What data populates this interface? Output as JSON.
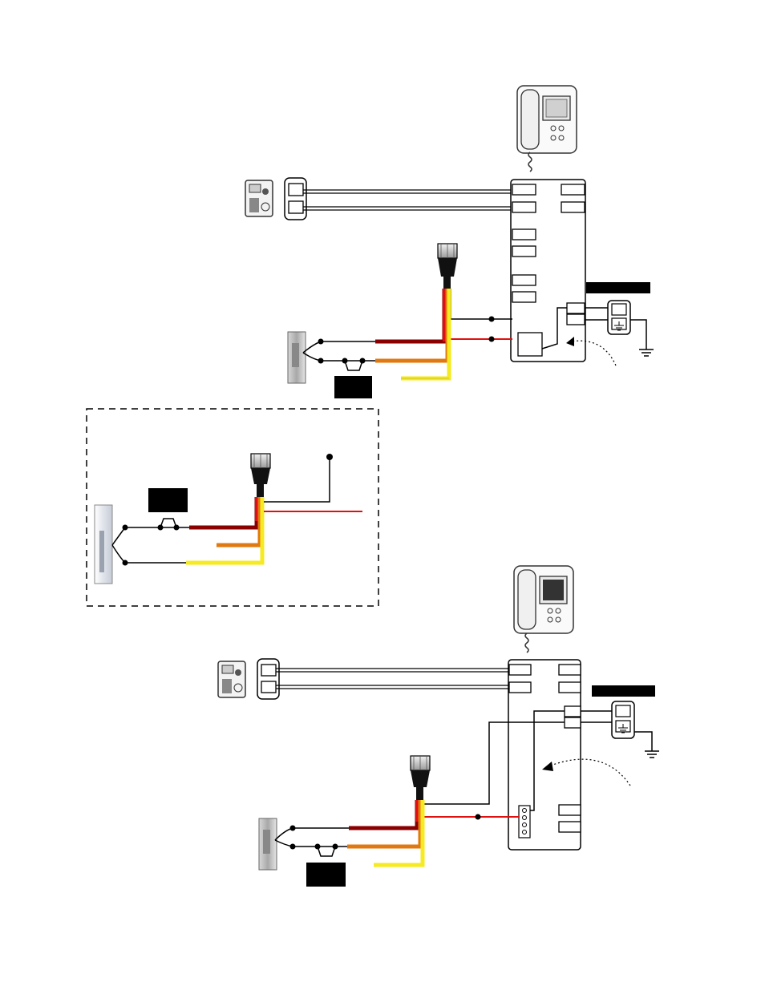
{
  "diagram": {
    "type": "wiring-diagram",
    "printed_text": [],
    "colors": {
      "wire_dark_red": "#8a0000",
      "wire_red": "#e01010",
      "wire_orange": "#e07a10",
      "wire_yellow": "#f6ea20",
      "wire_black": "#000000",
      "label_box": "#000000"
    },
    "sections": [
      {
        "name": "top-wiring",
        "components": [
          "monitor-intercom",
          "door-camera",
          "electric-strike",
          "relay-harness",
          "power-terminal",
          "ground"
        ]
      },
      {
        "name": "inset-maglock-option",
        "components": [
          "magnetic-lock",
          "relay-harness"
        ]
      },
      {
        "name": "bottom-wiring",
        "components": [
          "monitor-intercom",
          "door-camera",
          "electric-strike",
          "relay-harness",
          "power-terminal",
          "ground"
        ]
      }
    ]
  }
}
